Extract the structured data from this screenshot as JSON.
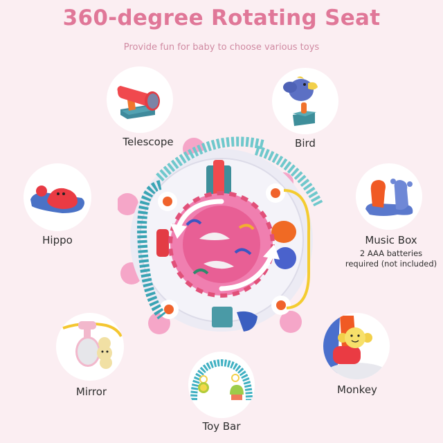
{
  "header": {
    "title": "360-degree Rotating Seat",
    "subtitle": "Provide fun for baby to choose various toys"
  },
  "colors": {
    "background": "#fbeef2",
    "title": "#e07798",
    "subtitle": "#d08aa2",
    "label": "#2d2d2d",
    "circle": "#ffffff"
  },
  "features": [
    {
      "name": "Telescope",
      "icon": "telescope-icon"
    },
    {
      "name": "Bird",
      "icon": "bird-icon"
    },
    {
      "name": "Hippo",
      "icon": "hippo-icon"
    },
    {
      "name": "Music Box",
      "icon": "music-box-icon",
      "note_line1": "2 AAA batteries",
      "note_line2": "required (not included)"
    },
    {
      "name": "Mirror",
      "icon": "mirror-icon"
    },
    {
      "name": "Toy Bar",
      "icon": "toy-bar-icon"
    },
    {
      "name": "Monkey",
      "icon": "monkey-icon"
    }
  ],
  "center_product": {
    "name": "rotating-activity-seat",
    "rotation_arrows": 2
  }
}
